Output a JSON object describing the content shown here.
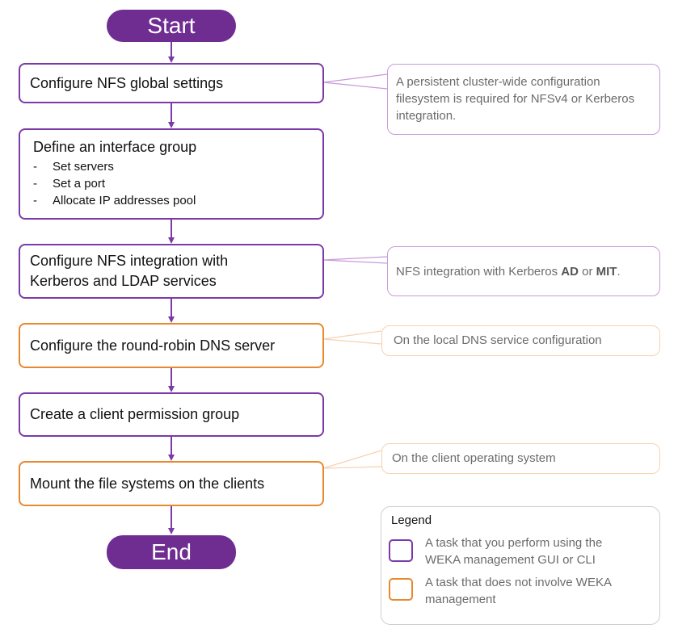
{
  "start_label": "Start",
  "end_label": "End",
  "steps": [
    {
      "title": "Configure NFS global settings"
    },
    {
      "title": "Define an interface group",
      "bullets": [
        "Set servers",
        "Set a port",
        "Allocate IP addresses pool"
      ],
      "bullet_marker": "-"
    },
    {
      "title_line1": "Configure NFS integration with",
      "title_line2": "Kerberos and LDAP services"
    },
    {
      "title": "Configure the round-robin DNS server"
    },
    {
      "title": "Create a client permission group"
    },
    {
      "title": "Mount the file systems on the clients"
    }
  ],
  "notes": [
    {
      "text": "A persistent cluster-wide configuration filesystem is required for NFSv4 or Kerberos integration."
    },
    {
      "text_before": "NFS integration with Kerberos ",
      "bold1": "AD",
      "text_mid": " or ",
      "bold2": "MIT",
      "text_after": "."
    },
    {
      "text": "On the local DNS service configuration"
    },
    {
      "text": "On the client operating system"
    }
  ],
  "legend": {
    "title": "Legend",
    "items": [
      {
        "text": "A task that you perform using the WEKA management GUI or CLI",
        "color": "#7c3aa8"
      },
      {
        "text": "A task that does not involve WEKA management",
        "color": "#e8892f"
      }
    ]
  },
  "colors": {
    "purple": "#7c3aa8",
    "pill_purple": "#6f2c91",
    "orange": "#e8892f",
    "note_purple": "#c89ad9",
    "note_orange": "#f6d2b0"
  }
}
